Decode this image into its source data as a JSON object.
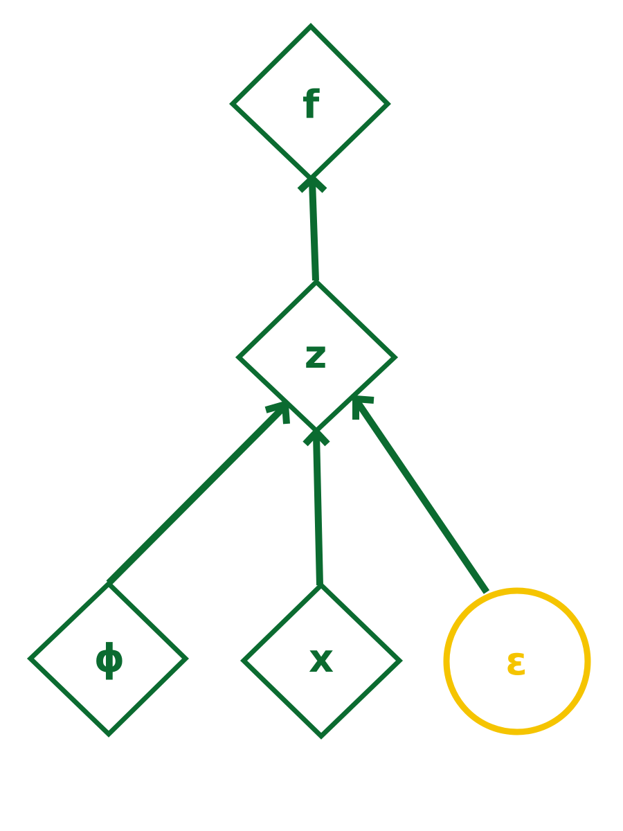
{
  "colors": {
    "deterministic": "#0b6b30",
    "random": "#f5c400",
    "background": "#ffffff"
  },
  "nodes": {
    "f": {
      "label": "f",
      "shape": "diamond"
    },
    "z": {
      "label": "z",
      "shape": "diamond"
    },
    "phi": {
      "label": "ϕ",
      "shape": "diamond"
    },
    "x": {
      "label": "x",
      "shape": "diamond"
    },
    "epsilon": {
      "label": "ε",
      "shape": "circle"
    }
  },
  "edges": [
    {
      "from": "z",
      "to": "f"
    },
    {
      "from": "phi",
      "to": "z"
    },
    {
      "from": "x",
      "to": "z"
    },
    {
      "from": "epsilon",
      "to": "z"
    }
  ]
}
